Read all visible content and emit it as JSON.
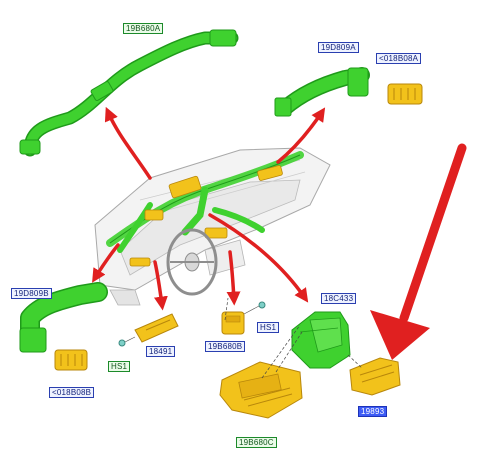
{
  "colors": {
    "duct_green": "#3fd12f",
    "duct_green_dark": "#1f9a1a",
    "part_yellow": "#f2c21b",
    "part_yellow_dark": "#b8870b",
    "arrow_red": "#e02020",
    "label_blue": "#2a3fb0",
    "label_green": "#1c8a2a",
    "highlight_blue": "#3d5cf5"
  },
  "callouts": {
    "c_19B680A": "19B680A",
    "c_19D809A": "19D809A",
    "c_018B08A": "<018B08A",
    "c_19D809B": "19D809B",
    "c_018B08B": "<018B08B",
    "c_HS1_left": "HS1",
    "c_18491": "18491",
    "c_19B680B": "19B680B",
    "c_HS1_mid": "HS1",
    "c_18C433": "18C433",
    "c_19893": "19893",
    "c_19B680C": "19B680C"
  }
}
